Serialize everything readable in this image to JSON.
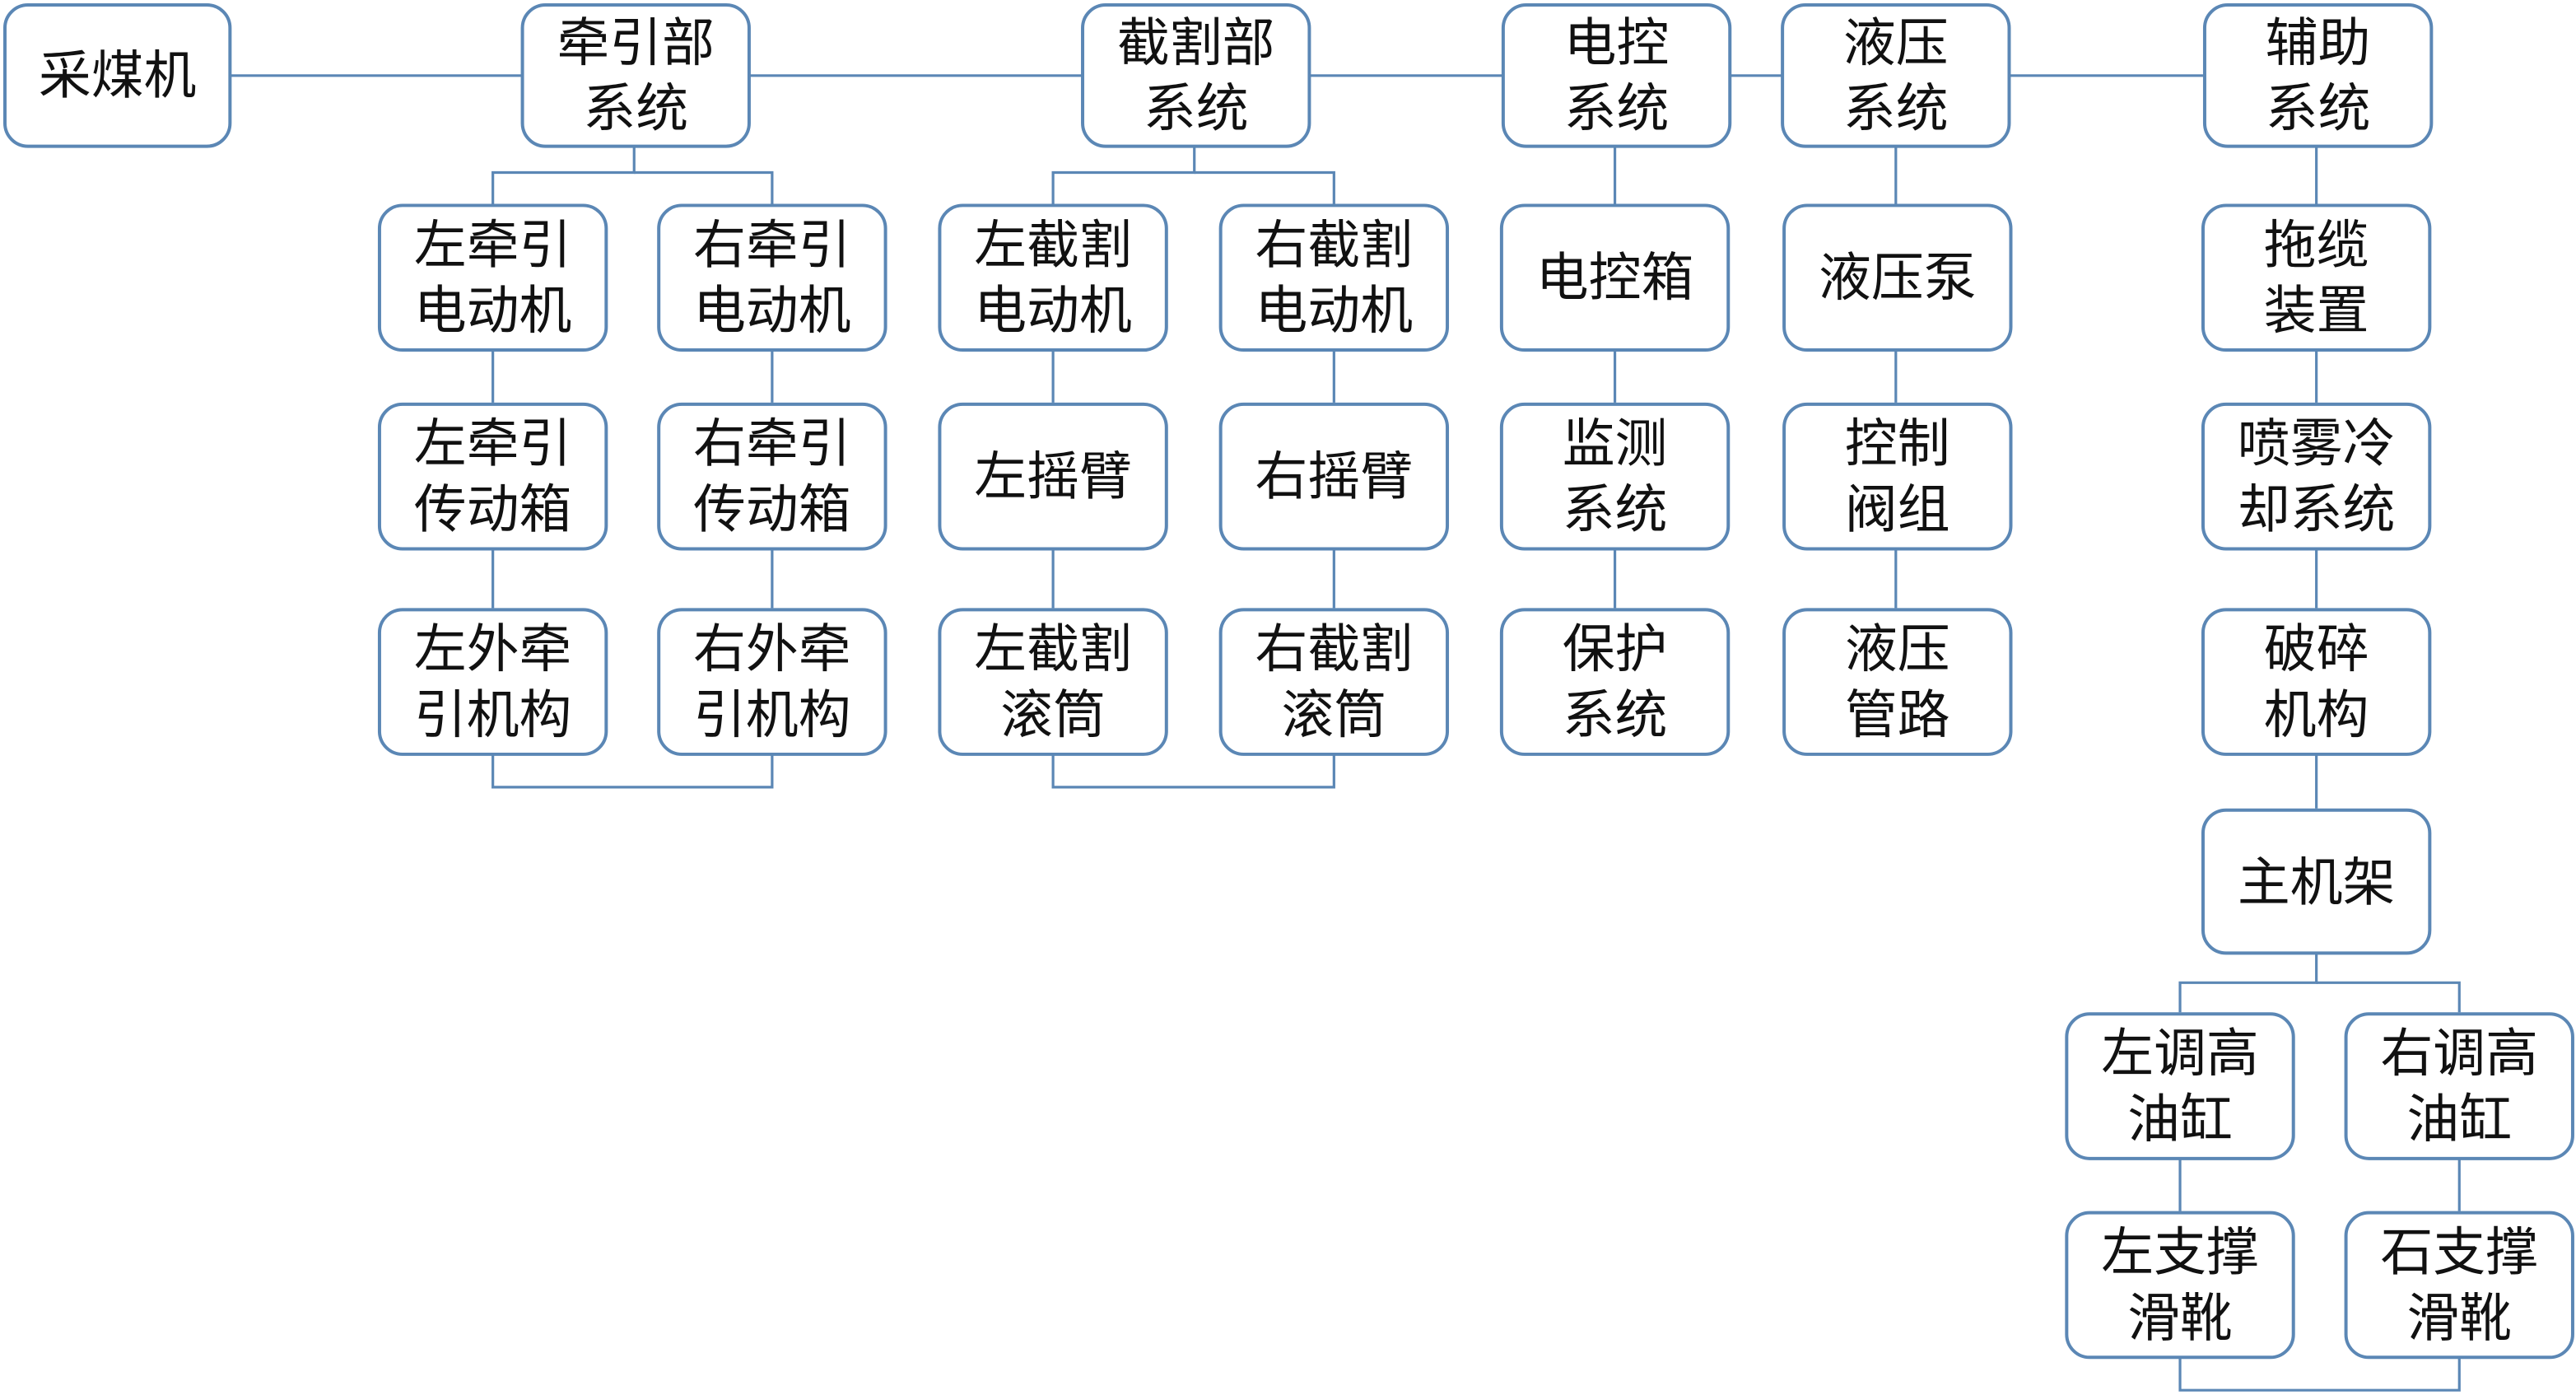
{
  "diagram": {
    "line_color": "#5b87b5",
    "root": "采煤机",
    "systems": [
      "牵引部\n系统",
      "截割部\n系统",
      "电控\n系统",
      "液压\n系统",
      "辅助\n系统"
    ],
    "traction": [
      "左牵引\n电动机",
      "右牵引\n电动机",
      "左牵引\n传动箱",
      "右牵引\n传动箱",
      "左外牵\n引机构",
      "右外牵\n引机构"
    ],
    "cutting": [
      "左截割\n电动机",
      "右截割\n电动机",
      "左摇臂",
      "右摇臂",
      "左截割\n滚筒",
      "右截割\n滚筒"
    ],
    "electric": [
      "电控箱",
      "监测\n系统",
      "保护\n系统"
    ],
    "hydraulic": [
      "液压泵",
      "控制\n阀组",
      "液压\n管路"
    ],
    "auxiliary": [
      "拖缆\n装置",
      "喷雾冷\n却系统",
      "破碎\n机构",
      "主机架"
    ],
    "frame": [
      "左调高\n油缸",
      "右调高\n油缸",
      "左支撑\n滑靴",
      "石支撑\n滑靴"
    ]
  }
}
